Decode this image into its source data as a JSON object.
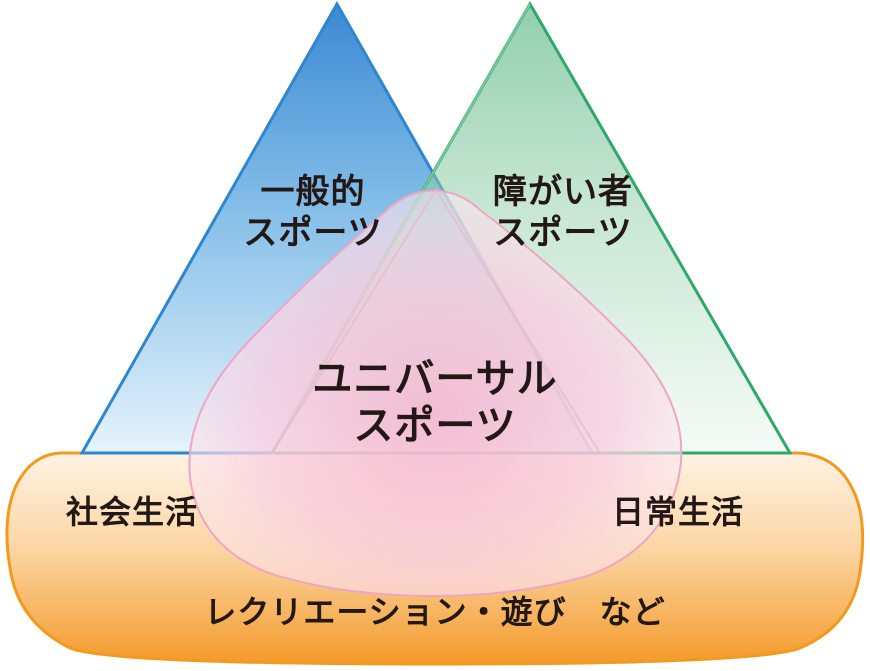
{
  "diagram": {
    "general_sports": {
      "line1": "一般的",
      "line2": "スポーツ",
      "color": "#2e86d0"
    },
    "disabled_sports": {
      "line1": "障がい者",
      "line2": "スポーツ",
      "color": "#2fa86a"
    },
    "universal_sports": {
      "line1": "ユニバーサル",
      "line2": "スポーツ",
      "color": "#f0b8cf"
    },
    "base": {
      "left_label": "社会生活",
      "right_label": "日常生活",
      "bottom_label": "レクリエーション・遊び　など",
      "color": "#f39a1e"
    }
  }
}
